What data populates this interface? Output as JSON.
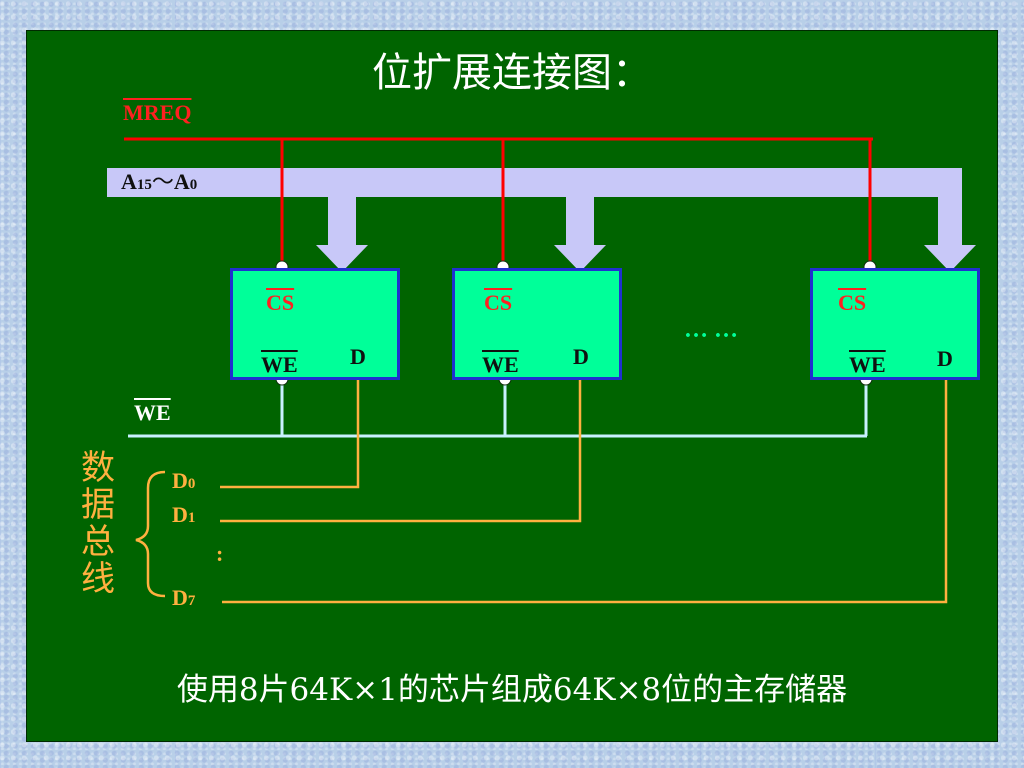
{
  "title": "位扩展连接图：",
  "caption": "使用8片64K×1的芯片组成64K×8位的主存储器",
  "signals": {
    "mreq": "MREQ",
    "addr_a": "A",
    "addr_15": "15",
    "addr_tilde": "～",
    "addr_a2": "A",
    "addr_0": "0",
    "we": "WE"
  },
  "chips": [
    {
      "cs": "CS",
      "we": "WE",
      "d": "D"
    },
    {
      "cs": "CS",
      "we": "WE",
      "d": "D"
    },
    {
      "cs": "CS",
      "we": "WE",
      "d": "D"
    }
  ],
  "ellipsis": "… …",
  "data_bus": {
    "label_chars": [
      "数",
      "据",
      "总",
      "线"
    ],
    "lines": [
      {
        "letter": "D",
        "index": "0"
      },
      {
        "letter": "D",
        "index": "1"
      },
      {
        "letter": "D",
        "index": "7"
      }
    ],
    "vdots": ":"
  },
  "colors": {
    "panel": "#006400",
    "chip_fill": "#00ff99",
    "chip_border": "#2030d0",
    "mreq_line": "#ff0000",
    "address_bus": "#c8c8f8",
    "we_line": "#c8f0ff",
    "data_line": "#ffb040"
  }
}
